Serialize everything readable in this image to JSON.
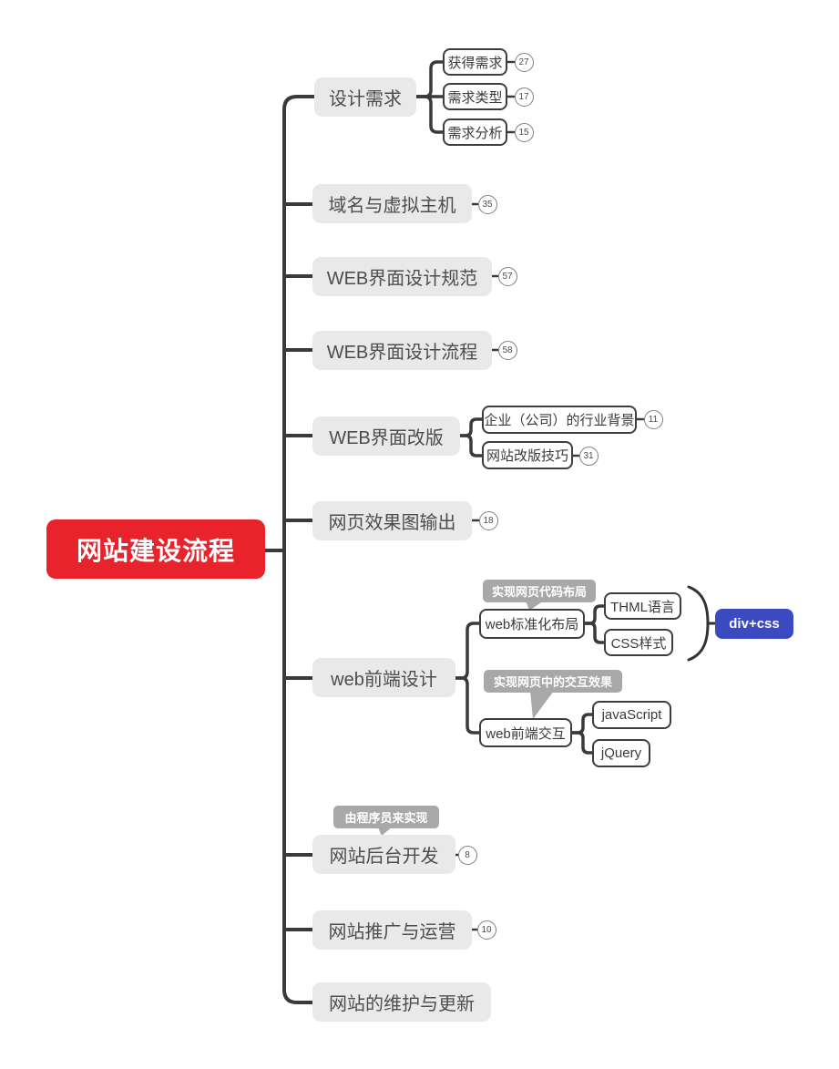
{
  "colors": {
    "root_bg": "#e8232c",
    "accent_blue": "#3b4ac1",
    "line": "#3a3a3a",
    "node_bg": "#e9e9e9",
    "callout_bg": "#a8a8a8"
  },
  "root": {
    "label": "网站建设流程"
  },
  "branches": [
    {
      "label": "设计需求",
      "children": [
        {
          "label": "获得需求",
          "badge": "27"
        },
        {
          "label": "需求类型",
          "badge": "17"
        },
        {
          "label": "需求分析",
          "badge": "15"
        }
      ]
    },
    {
      "label": "域名与虚拟主机",
      "badge": "35"
    },
    {
      "label": "WEB界面设计规范",
      "badge": "57"
    },
    {
      "label": "WEB界面设计流程",
      "badge": "58"
    },
    {
      "label": "WEB界面改版",
      "children": [
        {
          "label": "企业（公司）的行业背景",
          "badge": "11"
        },
        {
          "label": "网站改版技巧",
          "badge": "31"
        }
      ]
    },
    {
      "label": "网页效果图输出",
      "badge": "18"
    },
    {
      "label": "web前端设计",
      "children": [
        {
          "label": "web标准化布局",
          "callout": "实现网页代码布局",
          "group_label": "div+css",
          "children": [
            {
              "label": "THML语言"
            },
            {
              "label": "CSS样式"
            }
          ]
        },
        {
          "label": "web前端交互",
          "callout": "实现网页中的交互效果",
          "children": [
            {
              "label": "javaScript"
            },
            {
              "label": "jQuery"
            }
          ]
        }
      ]
    },
    {
      "label": "网站后台开发",
      "badge": "8",
      "callout": "由程序员来实现"
    },
    {
      "label": "网站推广与运营",
      "badge": "10"
    },
    {
      "label": "网站的维护与更新"
    }
  ]
}
